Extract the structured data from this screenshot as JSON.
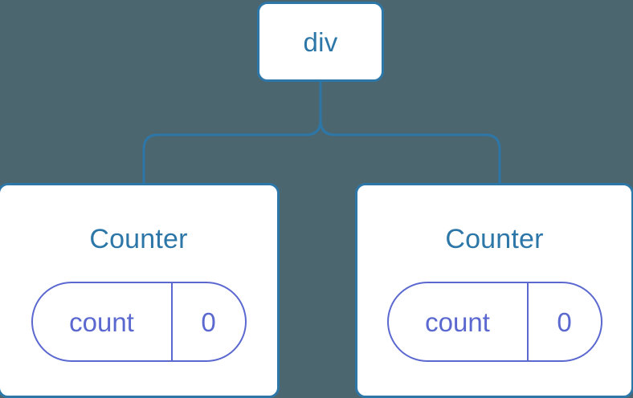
{
  "diagram": {
    "type": "component-tree",
    "background_color": "#4c6670",
    "node_border_color": "#2d77a8",
    "node_fill_color": "#ffffff",
    "connector_color": "#2d77a8",
    "state_color": "#5b68d0",
    "root": {
      "label": "div"
    },
    "children": [
      {
        "title": "Counter",
        "state": {
          "key": "count",
          "value": "0"
        }
      },
      {
        "title": "Counter",
        "state": {
          "key": "count",
          "value": "0"
        }
      }
    ]
  }
}
